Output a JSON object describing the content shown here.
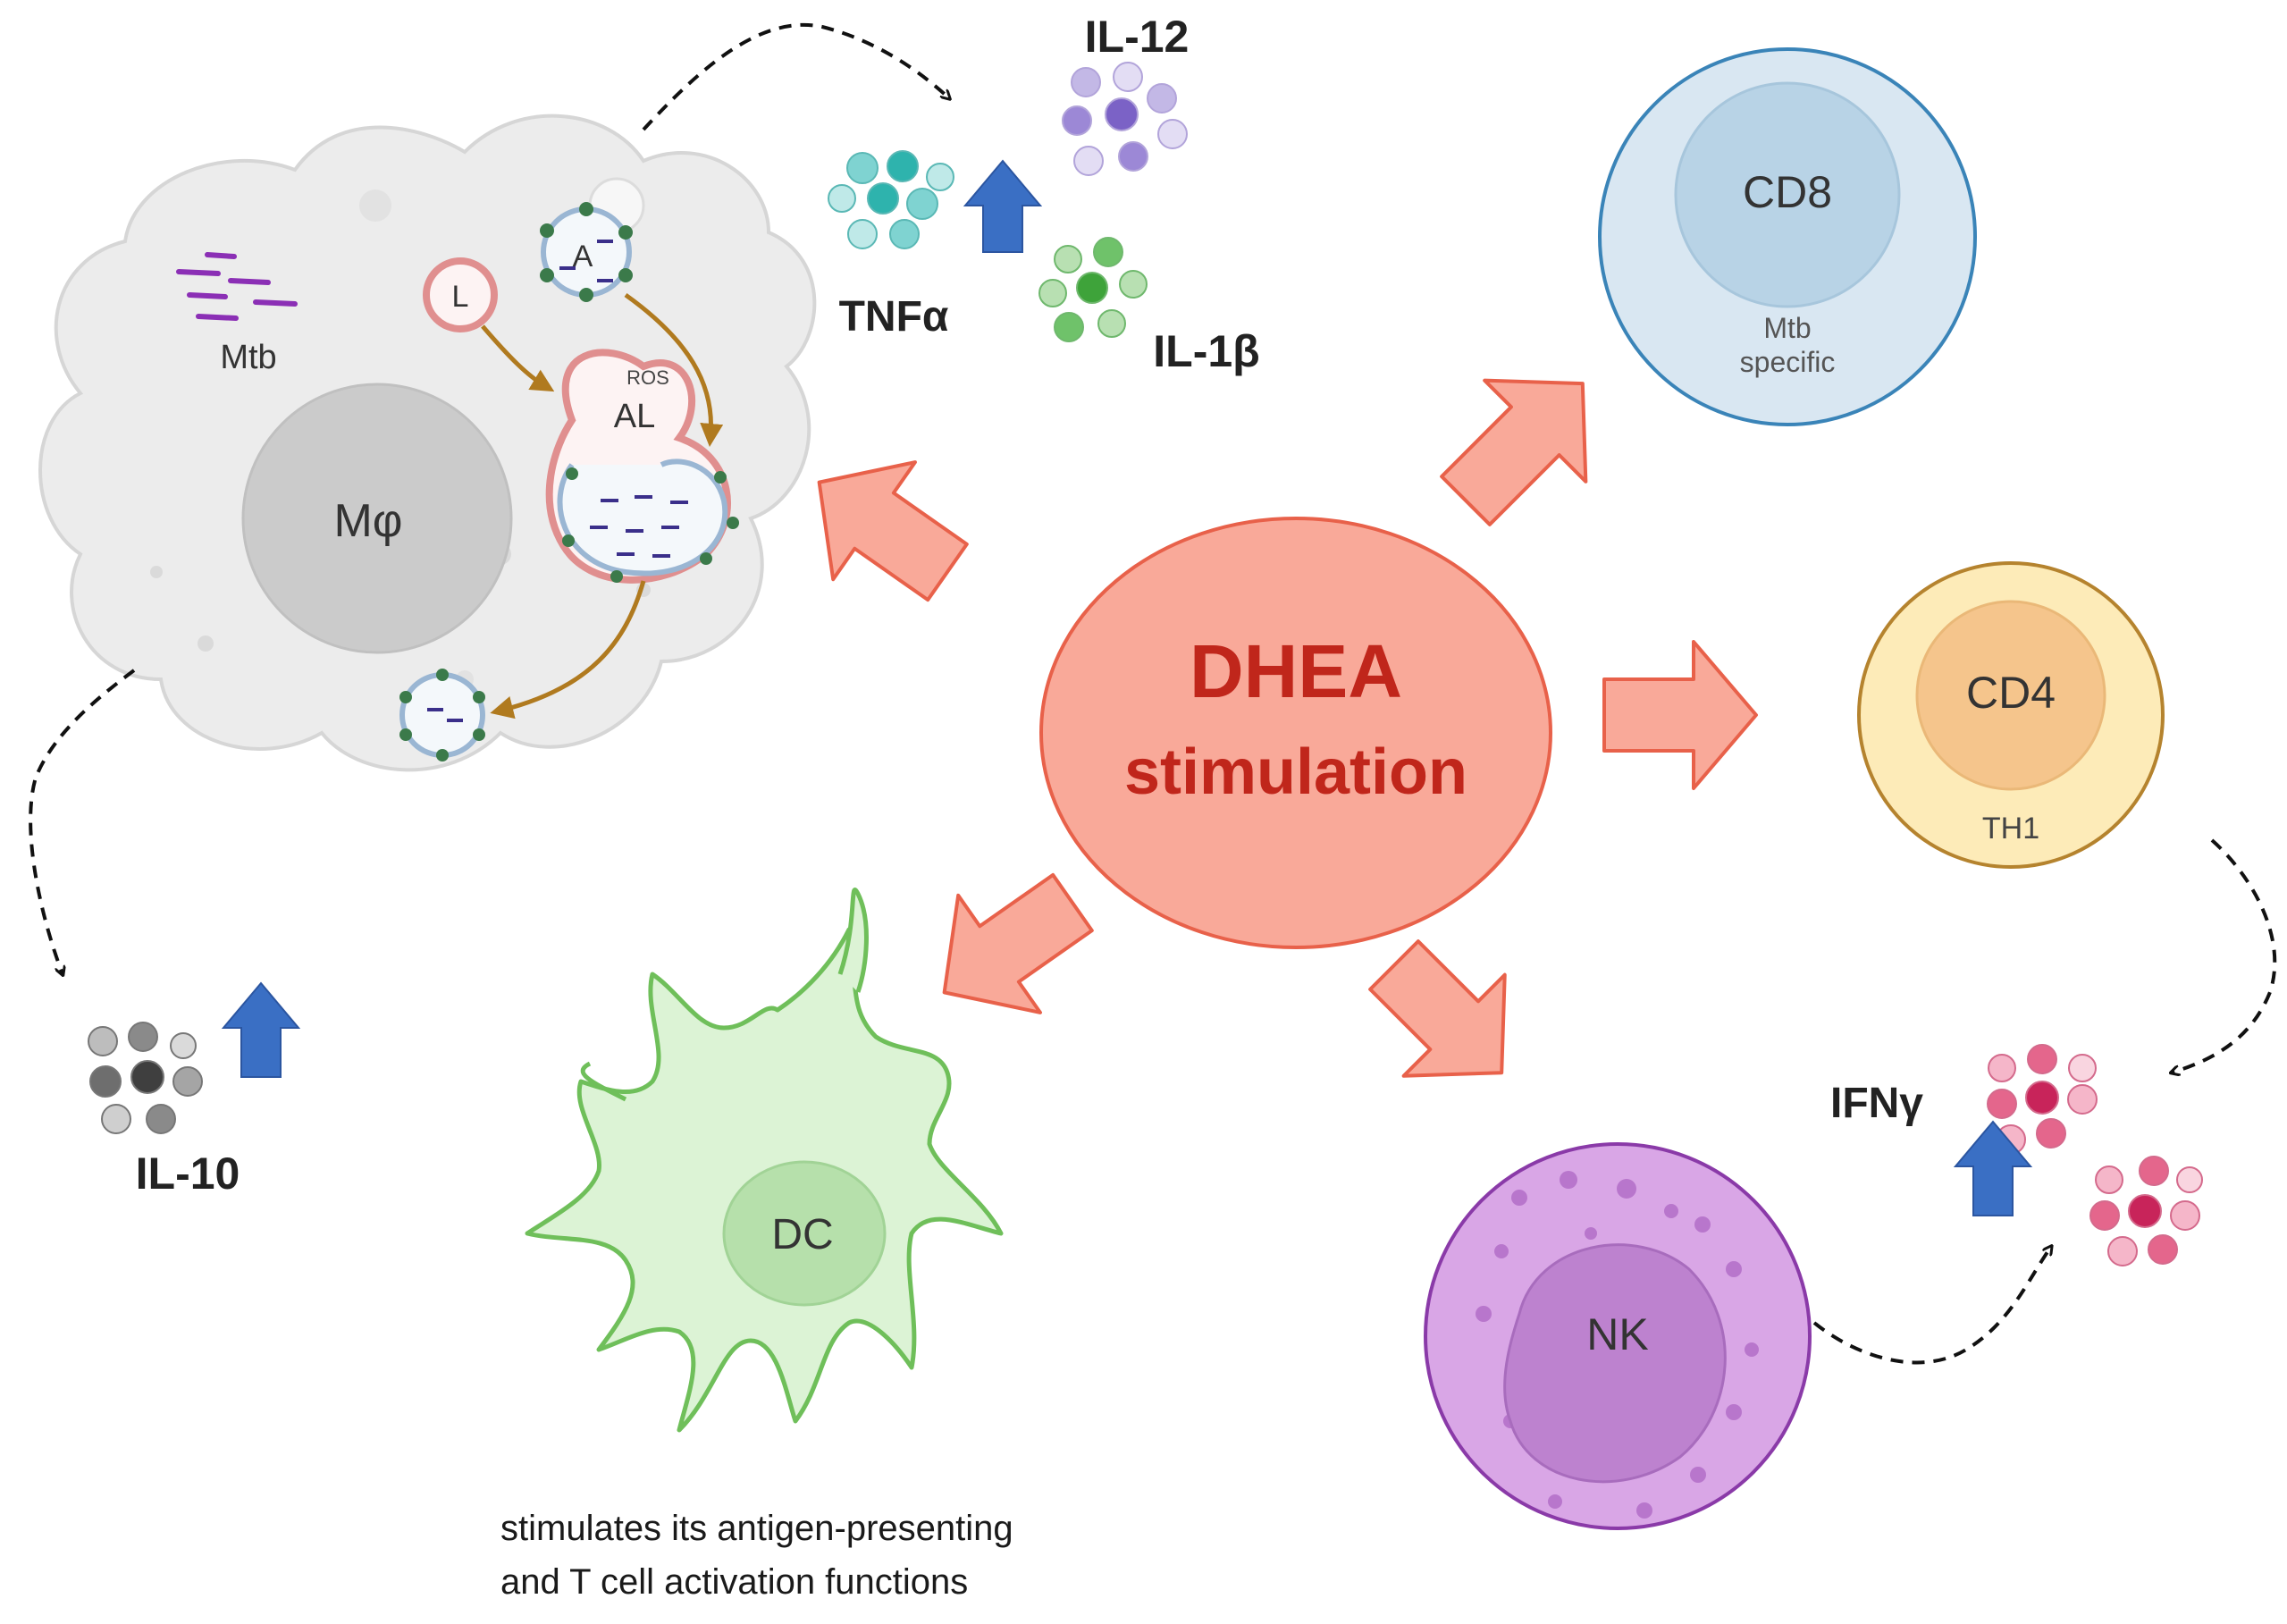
{
  "center": {
    "title": "DHEA",
    "subtitle": "stimulation",
    "fill": "#f9a999",
    "text_color": "#c0261b"
  },
  "macrophage": {
    "label": "Mφ",
    "mtb_label": "Mtb",
    "lysosome_label": "L",
    "autophagosome_label": "A",
    "autolysosome_label": "AL",
    "ros_label": "ROS"
  },
  "cytokines": {
    "tnf": "TNFα",
    "il12": "IL-12",
    "il1b": "IL-1β",
    "il10": "IL-10",
    "ifng": "IFNγ"
  },
  "cells": {
    "cd8": {
      "label": "CD8",
      "sub1": "Mtb",
      "sub2": "specific"
    },
    "cd4": {
      "label": "CD4",
      "sub": "TH1"
    },
    "nk": {
      "label": "NK"
    },
    "dc": {
      "label": "DC"
    }
  },
  "caption": {
    "line1": "stimulates its antigen-presenting",
    "line2": "and T cell activation functions"
  },
  "colors": {
    "arrow_fill": "#f9a999",
    "arrow_stroke": "#e8614a",
    "up_arrow": "#3a6fc4",
    "macrophage_fill": "#ececec",
    "cd8_fill": "#d9e7f2",
    "cd4_fill": "#fdebb8",
    "nk_fill": "#d9a6e6",
    "dc_fill": "#dcf3d5"
  }
}
